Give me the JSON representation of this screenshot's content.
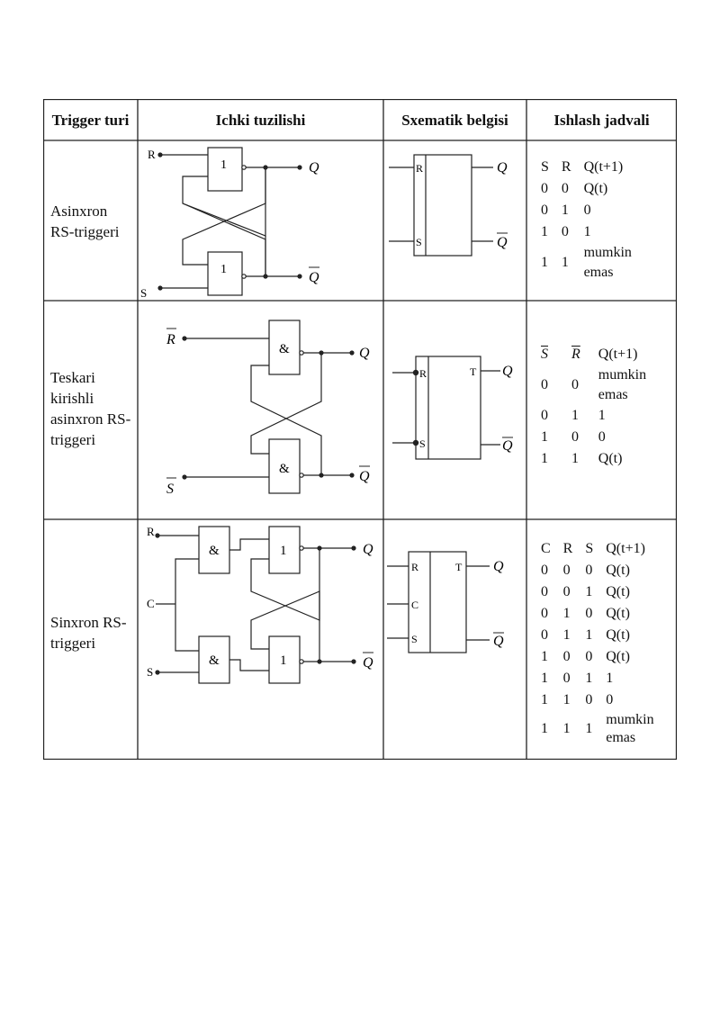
{
  "headers": {
    "col1": "Trigger turi",
    "col2": "Ichki tuzilishi",
    "col3": "Sxematik belgisi",
    "col4": "Ishlash jadvali"
  },
  "rows": [
    {
      "name_lines": [
        "Asinxron",
        "RS-triggeri"
      ],
      "circuit": {
        "in_top": "R",
        "in_bottom": "S",
        "gate": "1",
        "out_top": "Q",
        "out_bottom": "Q"
      },
      "symbol": {
        "in_top": "R",
        "in_bottom": "S",
        "out_top": "Q",
        "out_bottom": "Q"
      },
      "table_header": [
        "S",
        "R",
        "Q(t+1)"
      ],
      "table": [
        [
          "0",
          "0",
          "Q(t)"
        ],
        [
          "0",
          "1",
          "0"
        ],
        [
          "1",
          "0",
          "1"
        ],
        [
          "1",
          "1",
          "mumkin emas"
        ]
      ]
    },
    {
      "name_lines": [
        "Teskari",
        "kirishli",
        "asinxron RS-",
        "triggeri"
      ],
      "circuit": {
        "in_top": "R",
        "in_bottom": "S",
        "gate": "&",
        "out_top": "Q",
        "out_bottom": "Q"
      },
      "symbol": {
        "in_top": "R",
        "in_bottom": "S",
        "t_label": "T",
        "out_top": "Q",
        "out_bottom": "Q"
      },
      "table_header": [
        "S",
        "R",
        "Q(t+1)"
      ],
      "table": [
        [
          "0",
          "0",
          "mumkin emas"
        ],
        [
          "0",
          "1",
          "1"
        ],
        [
          "1",
          "0",
          "0"
        ],
        [
          "1",
          "1",
          "Q(t)"
        ]
      ]
    },
    {
      "name_lines": [
        "Sinxron  RS-",
        "triggeri"
      ],
      "circuit": {
        "in_top": "R",
        "in_mid": "C",
        "in_bottom": "S",
        "gate_and": "&",
        "gate_or": "1",
        "out_top": "Q",
        "out_bottom": "Q"
      },
      "symbol": {
        "in_top": "R",
        "in_mid": "C",
        "in_bottom": "S",
        "t_label": "T",
        "out_top": "Q",
        "out_bottom": "Q"
      },
      "table_header": [
        "C",
        "R",
        "S",
        "Q(t+1)"
      ],
      "table": [
        [
          "0",
          "0",
          "0",
          "Q(t)"
        ],
        [
          "0",
          "0",
          "1",
          "Q(t)"
        ],
        [
          "0",
          "1",
          "0",
          "Q(t)"
        ],
        [
          "0",
          "1",
          "1",
          "Q(t)"
        ],
        [
          "1",
          "0",
          "0",
          "Q(t)"
        ],
        [
          "1",
          "0",
          "1",
          "1"
        ],
        [
          "1",
          "1",
          "0",
          "0"
        ],
        [
          "1",
          "1",
          "1",
          "mumkin emas"
        ]
      ]
    }
  ]
}
